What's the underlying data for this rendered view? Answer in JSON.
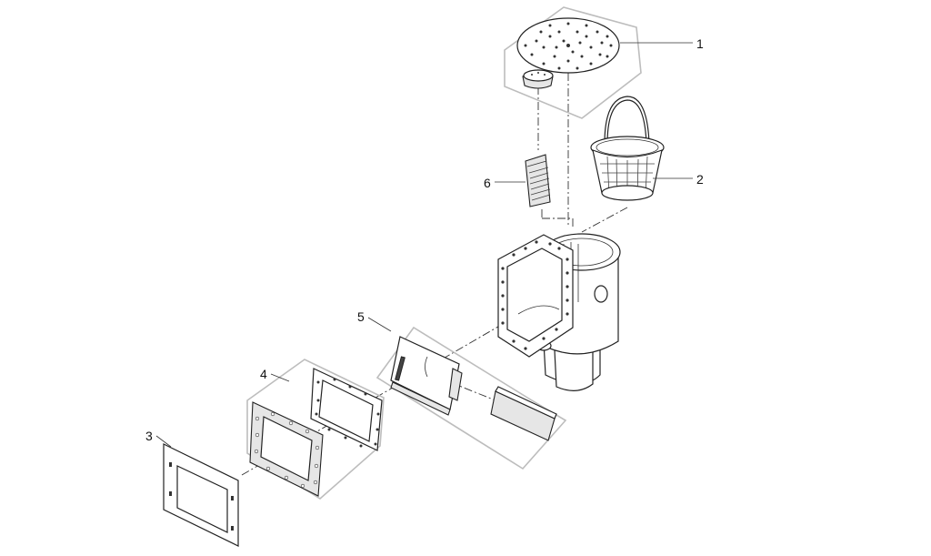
{
  "diagram": {
    "callouts": [
      {
        "id": "1",
        "label": "1"
      },
      {
        "id": "2",
        "label": "2"
      },
      {
        "id": "3",
        "label": "3"
      },
      {
        "id": "4",
        "label": "4"
      },
      {
        "id": "5",
        "label": "5"
      },
      {
        "id": "6",
        "label": "6"
      }
    ],
    "colors": {
      "line": "#222222",
      "group_outline": "#bdbdbd",
      "background": "#ffffff"
    }
  }
}
